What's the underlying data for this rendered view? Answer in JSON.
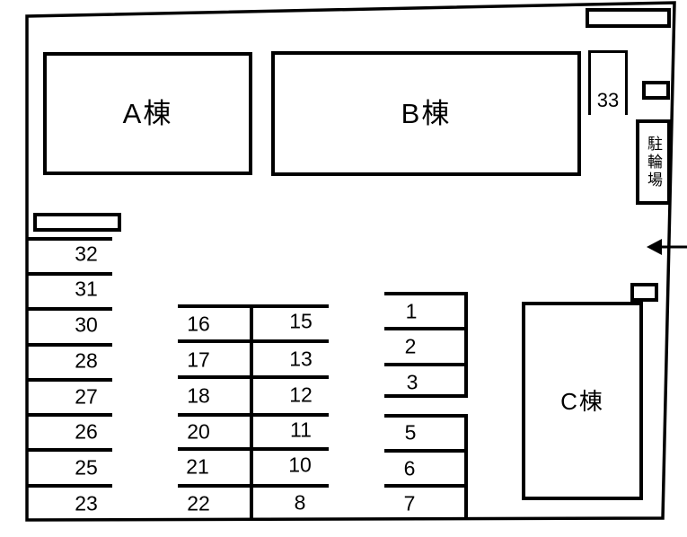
{
  "map": {
    "buildings": {
      "a": "A棟",
      "b": "B棟",
      "c": "C棟"
    },
    "bicycle_parking_label": "駐輪場",
    "stalls": {
      "s33": "33",
      "left_column": [
        "32",
        "31",
        "30",
        "28",
        "27",
        "26",
        "25",
        "23"
      ],
      "middle_left": [
        "16",
        "17",
        "18",
        "20",
        "21",
        "22"
      ],
      "middle_right": [
        "15",
        "13",
        "12",
        "11",
        "10",
        "8"
      ],
      "right_upper": [
        "1",
        "2",
        "3"
      ],
      "right_lower": [
        "5",
        "6",
        "7"
      ]
    },
    "icons": {
      "entrance_arrow": "left-arrow-icon"
    },
    "colors": {
      "line": "#000000",
      "background": "#ffffff"
    }
  }
}
